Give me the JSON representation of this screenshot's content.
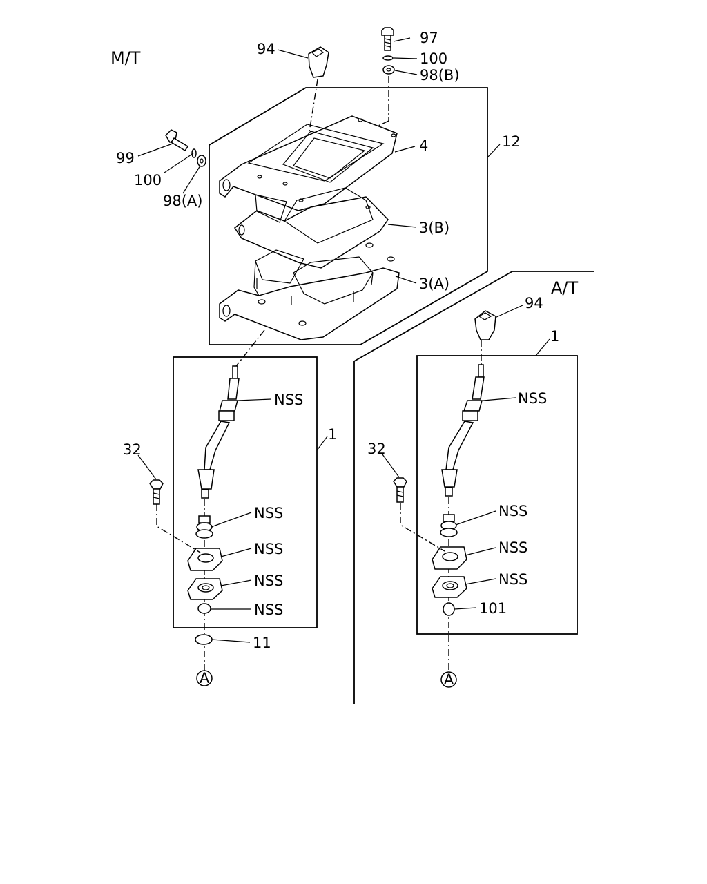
{
  "titles": {
    "mt": "M/T",
    "at": "A/T"
  },
  "mt_labels": {
    "knob": "94",
    "bolt_top": "97",
    "washer_top": "100",
    "nut_top": "98(B)",
    "bolt_side": "99",
    "washer_side": "100",
    "nut_side": "98(A)",
    "plate": "4",
    "assembly_box": "12",
    "boot_b": "3(B)",
    "boot_a": "3(A)",
    "lever_nss_1": "NSS",
    "lever_box": "1",
    "bolt_32": "32",
    "nss_2": "NSS",
    "nss_3": "NSS",
    "nss_4": "NSS",
    "nss_5": "NSS",
    "ring_11": "11",
    "ref_a": "A"
  },
  "at_labels": {
    "knob": "94",
    "lever_box": "1",
    "lever_nss_1": "NSS",
    "bolt_32": "32",
    "nss_2": "NSS",
    "nss_3": "NSS",
    "nss_4": "NSS",
    "ball_101": "101",
    "ref_a": "A"
  }
}
